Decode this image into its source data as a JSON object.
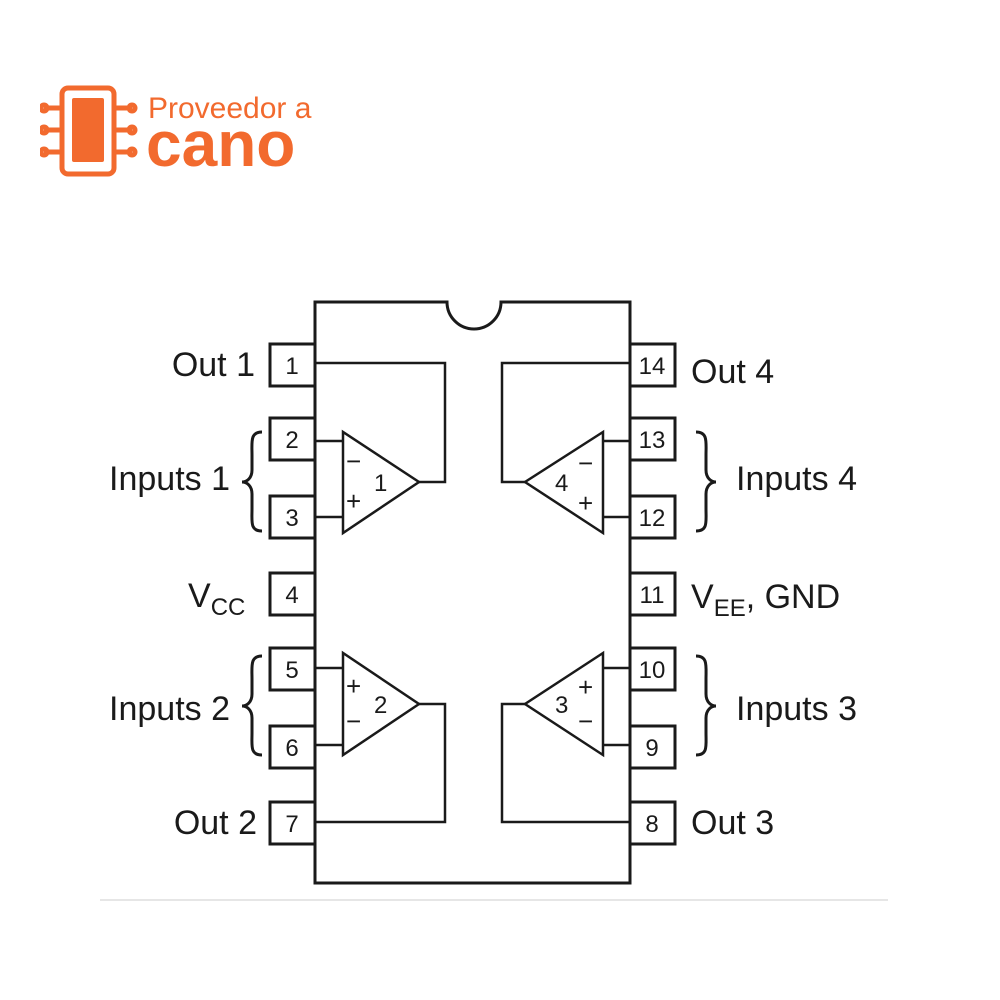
{
  "brand": {
    "line1": "Proveedor a",
    "line2": "cano",
    "color": "#f26a2e"
  },
  "chip": {
    "pins": [
      {
        "num": "1",
        "label": "Out 1"
      },
      {
        "num": "2",
        "label": ""
      },
      {
        "num": "3",
        "label": ""
      },
      {
        "num": "4",
        "label": "V",
        "label_sub": "CC"
      },
      {
        "num": "5",
        "label": ""
      },
      {
        "num": "6",
        "label": ""
      },
      {
        "num": "7",
        "label": "Out 2"
      },
      {
        "num": "8",
        "label": "Out 3"
      },
      {
        "num": "9",
        "label": ""
      },
      {
        "num": "10",
        "label": ""
      },
      {
        "num": "11",
        "label": "V",
        "label_sub": "EE",
        "label_tail": ", GND"
      },
      {
        "num": "12",
        "label": ""
      },
      {
        "num": "13",
        "label": ""
      },
      {
        "num": "14",
        "label": "Out 4"
      }
    ],
    "input_groups": [
      "Inputs 1",
      "Inputs 2",
      "Inputs 3",
      "Inputs 4"
    ],
    "amplifiers": [
      {
        "id": "1",
        "top_sign": "−",
        "bottom_sign": "+"
      },
      {
        "id": "2",
        "top_sign": "+",
        "bottom_sign": "−"
      },
      {
        "id": "3",
        "top_sign": "+",
        "bottom_sign": "−"
      },
      {
        "id": "4",
        "top_sign": "−",
        "bottom_sign": "+"
      }
    ]
  }
}
